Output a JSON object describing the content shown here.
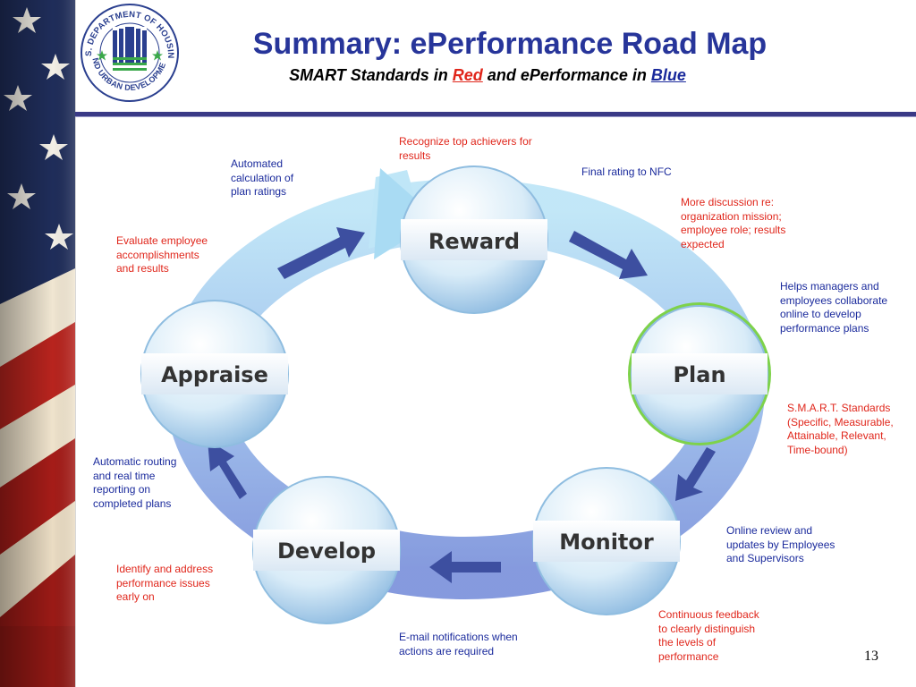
{
  "header": {
    "title": "Summary:  ePerformance Road Map",
    "subtitle_prefix": "SMART Standards in ",
    "subtitle_red": "Red",
    "subtitle_mid": " and ePerformance in ",
    "subtitle_blue": "Blue",
    "seal_text_top": "U.S. DEPARTMENT OF HOUSING",
    "seal_text_bottom": "AND URBAN DEVELOPMENT"
  },
  "colors": {
    "title_blue": "#27359a",
    "smart_red": "#e0261b",
    "eperf_blue": "#1a2a9c"
  },
  "cycle": {
    "stages": [
      "Reward",
      "Plan",
      "Monitor",
      "Develop",
      "Appraise"
    ]
  },
  "notes": {
    "reward_smart": "Recognize top achievers for results",
    "reward_eperf_left": "Automated calculation of plan ratings",
    "reward_eperf_right": "Final rating to NFC",
    "plan_smart_top": "More discussion re: organization mission; employee role; results expected",
    "plan_eperf": "Helps managers and employees collaborate online to develop performance plans",
    "plan_smart_bottom": "S.M.A.R.T. Standards (Specific, Measurable, Attainable, Relevant, Time-bound)",
    "monitor_eperf": "Online review and updates by Employees and Supervisors",
    "monitor_smart": "Continuous feedback to clearly distinguish the levels of performance",
    "develop_eperf": "E-mail notifications when actions are required",
    "develop_smart": "Identify and address performance issues early on",
    "appraise_eperf": "Automatic routing and real time reporting on completed plans",
    "appraise_smart": "Evaluate employee accomplishments and results"
  },
  "slide_number": "13"
}
